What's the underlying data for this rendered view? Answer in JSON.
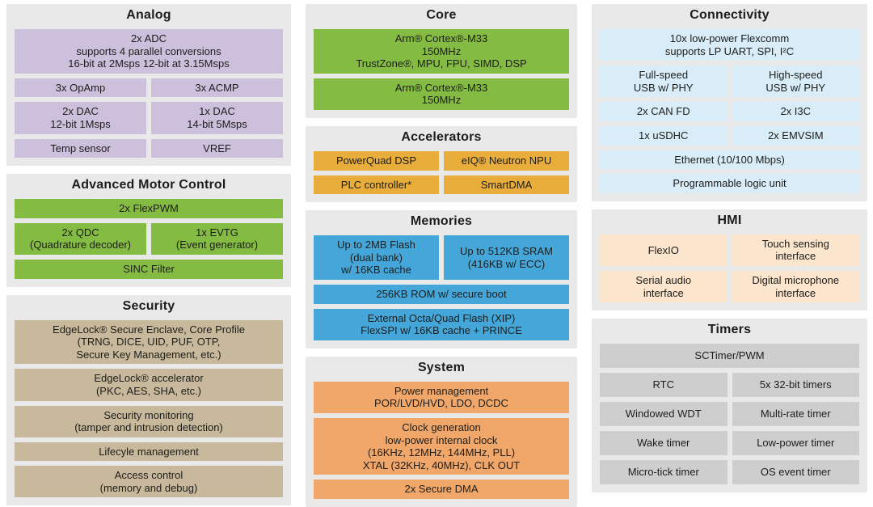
{
  "palette": {
    "section_bg": "#e9e9e9",
    "analog": "#cdc0dc",
    "motor": "#84bb43",
    "security": "#c8b99c",
    "core": "#84bb43",
    "accel": "#e9ad3b",
    "memory": "#45a7d9",
    "system": "#f1a769",
    "conn": "#d8edf7",
    "hmi": "#fbe5cc",
    "timers": "#cecece",
    "text": "#1d1d1b"
  },
  "analog": {
    "title": "Analog",
    "adc": "2x ADC\nsupports 4 parallel conversions\n16-bit at 2Msps 12-bit at 3.15Msps",
    "opamp": "3x OpAmp",
    "acmp": "3x ACMP",
    "dac2": "2x DAC\n12-bit 1Msps",
    "dac1": "1x DAC\n14-bit 5Msps",
    "temp": "Temp sensor",
    "vref": "VREF"
  },
  "motor": {
    "title": "Advanced Motor Control",
    "flexpwm": "2x FlexPWM",
    "qdc": "2x QDC\n(Quadrature decoder)",
    "evtg": "1x EVTG\n(Event generator)",
    "sinc": "SINC Filter"
  },
  "security": {
    "title": "Security",
    "enclave": "EdgeLock® Secure Enclave, Core Profile\n(TRNG, DICE, UID, PUF, OTP,\nSecure Key Management, etc.)",
    "accelerator": "EdgeLock® accelerator\n(PKC, AES, SHA, etc.)",
    "monitoring": "Security monitoring\n(tamper and intrusion detection)",
    "lifecycle": "Lifecyle management",
    "access": "Access control\n(memory and debug)"
  },
  "core": {
    "title": "Core",
    "cpu1": "Arm® Cortex®-M33\n150MHz\nTrustZone®, MPU, FPU, SIMD, DSP",
    "cpu2": "Arm® Cortex®-M33\n150MHz"
  },
  "accelerators": {
    "title": "Accelerators",
    "powerquad": "PowerQuad DSP",
    "eiq": "eIQ® Neutron NPU",
    "plc": "PLC controller*",
    "smartdma": "SmartDMA"
  },
  "memories": {
    "title": "Memories",
    "flash": "Up to 2MB Flash\n(dual bank)\nw/ 16KB cache",
    "sram": "Up to 512KB SRAM\n(416KB w/ ECC)",
    "rom": "256KB ROM w/ secure boot",
    "external": "External Octa/Quad Flash (XIP)\nFlexSPI w/ 16KB cache + PRINCE"
  },
  "system": {
    "title": "System",
    "power": "Power management\nPOR/LVD/HVD, LDO, DCDC",
    "clock": "Clock generation\nlow-power internal clock\n(16KHz, 12MHz, 144MHz, PLL)\nXTAL (32KHz, 40MHz), CLK OUT",
    "dma": "2x Secure DMA"
  },
  "connectivity": {
    "title": "Connectivity",
    "flexcomm": "10x low-power Flexcomm\nsupports LP UART, SPI, I²C",
    "usb_fs": "Full-speed\nUSB w/ PHY",
    "usb_hs": "High-speed\nUSB w/ PHY",
    "canfd": "2x CAN FD",
    "i3c": "2x I3C",
    "usdhc": "1x uSDHC",
    "emvsim": "2x EMVSIM",
    "ethernet": "Ethernet (10/100 Mbps)",
    "plu": "Programmable logic unit"
  },
  "hmi": {
    "title": "HMI",
    "flexio": "FlexIO",
    "touch": "Touch sensing\ninterface",
    "sai": "Serial audio\ninterface",
    "dmic": "Digital microphone\ninterface"
  },
  "timers": {
    "title": "Timers",
    "sctimer": "SCTimer/PWM",
    "rtc": "RTC",
    "timers32": "5x 32-bit timers",
    "wwdt": "Windowed WDT",
    "mrt": "Multi-rate timer",
    "wake": "Wake timer",
    "lp": "Low-power timer",
    "utick": "Micro-tick timer",
    "ostimer": "OS event timer"
  }
}
